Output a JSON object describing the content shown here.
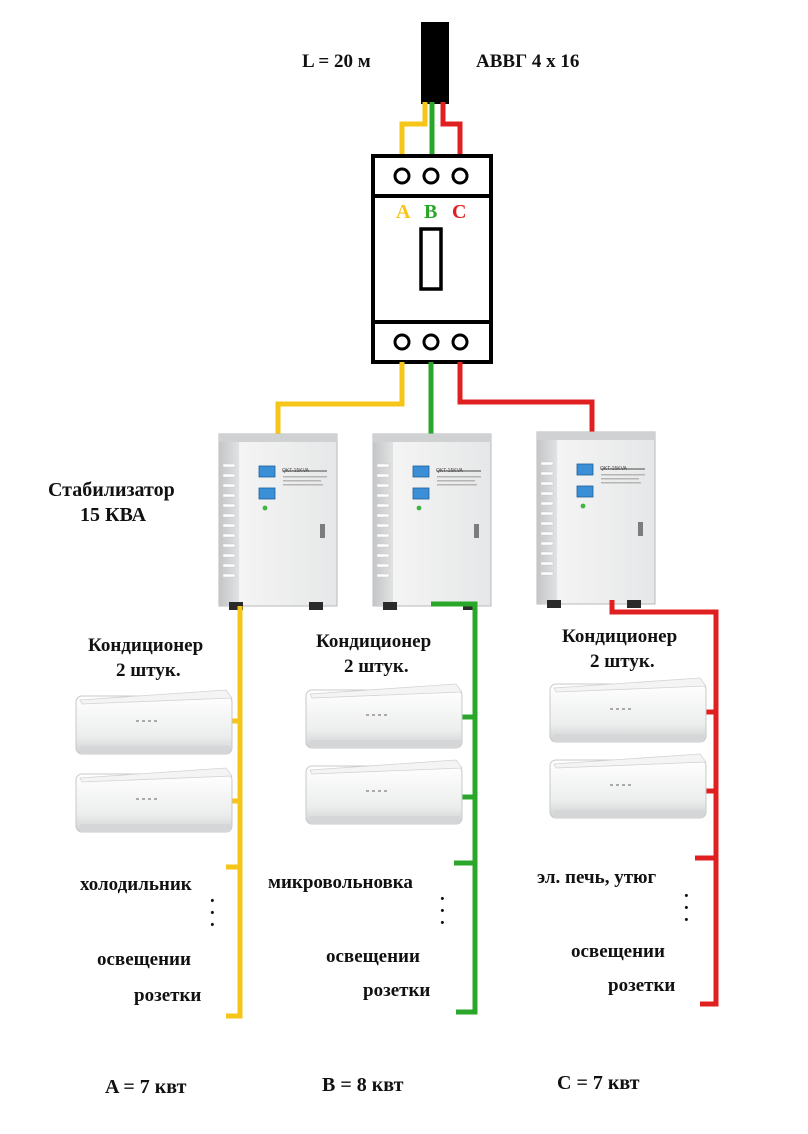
{
  "cable": {
    "length_label": "L = 20 м",
    "type_label": "АВВГ  4 х 16"
  },
  "breaker": {
    "phases": [
      {
        "label": "A",
        "color": "#f5c518"
      },
      {
        "label": "B",
        "color": "#2aa72a"
      },
      {
        "label": "C",
        "color": "#e02020"
      }
    ]
  },
  "stabilizer": {
    "title": "Стабилизатор",
    "rating": "15 КВА",
    "model_text": "QKT-15KVA"
  },
  "branches": [
    {
      "phase": "A",
      "color": "#f5c518",
      "ac_title": "Кондиционер",
      "ac_count": "2 штук.",
      "loads": [
        "холодильник",
        "освещении",
        "розетки"
      ],
      "dots": ".\n.\n.",
      "total": "A =  7  квт"
    },
    {
      "phase": "B",
      "color": "#2aa72a",
      "ac_title": "Кондиционер",
      "ac_count": "2 штук.",
      "loads": [
        "микровольновка",
        "освещении",
        "розетки"
      ],
      "dots": ".\n.\n.",
      "total": "B =  8  квт"
    },
    {
      "phase": "C",
      "color": "#e02020",
      "ac_title": "Кондиционер",
      "ac_count": "2 штук.",
      "loads": [
        "эл. печь, утюг",
        "освещении",
        "розетки"
      ],
      "dots": ".\n.\n.",
      "total": "C = 7 квт"
    }
  ]
}
